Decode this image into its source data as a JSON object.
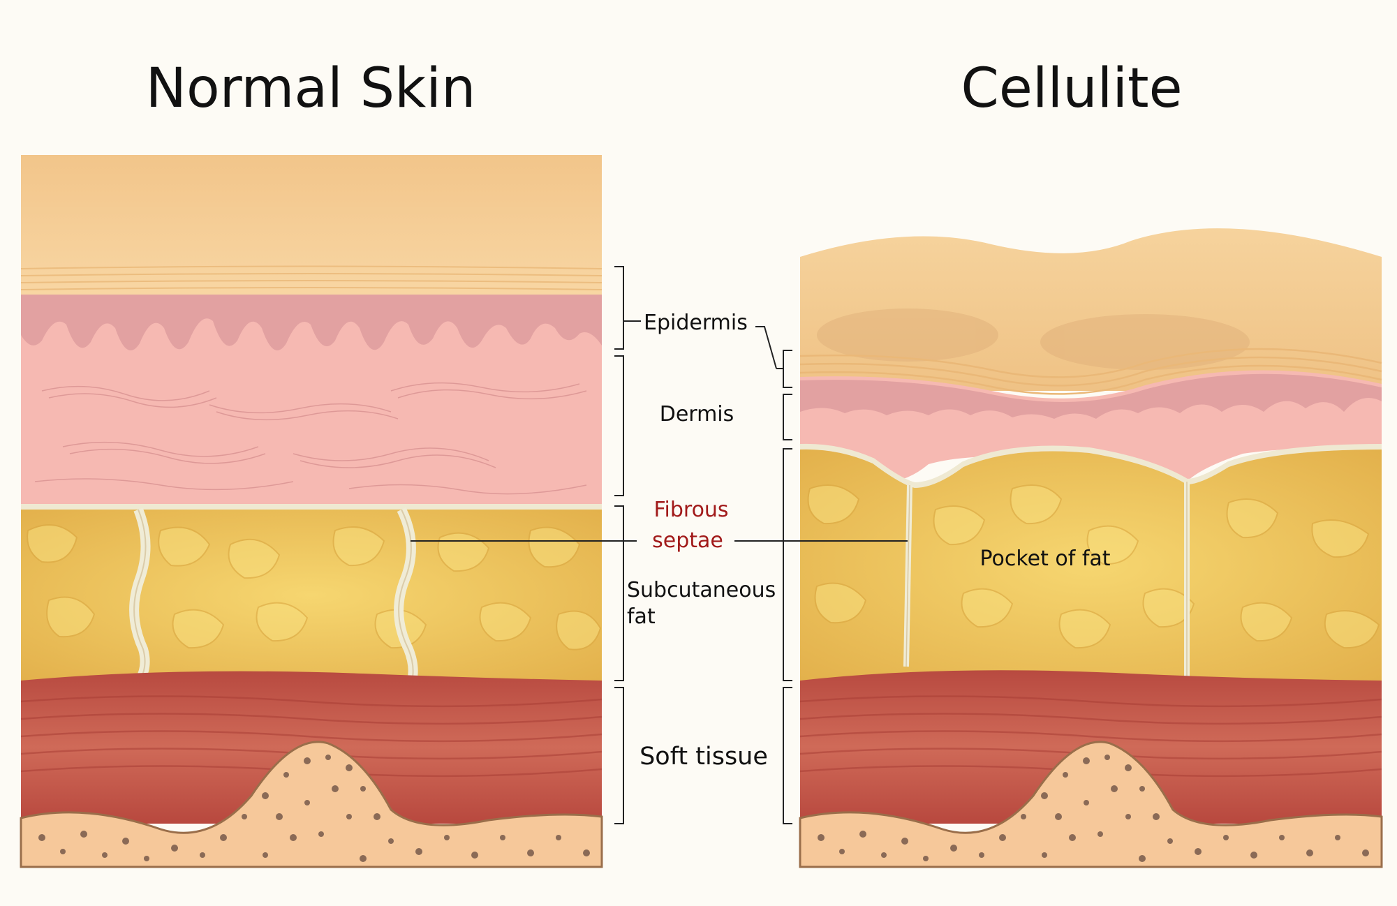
{
  "titles": {
    "left": "Normal Skin",
    "right": "Cellulite"
  },
  "labels": {
    "epidermis": "Epidermis",
    "dermis": "Dermis",
    "fibrous_line1": "Fibrous",
    "fibrous_line2": "septae",
    "subcutaneous_line1": "Subcutaneous",
    "subcutaneous_line2": "fat",
    "soft_tissue": "Soft tissue",
    "pocket_of_fat": "Pocket of fat"
  },
  "colors": {
    "background": "#fdfbf5",
    "epidermis": "#f4c88e",
    "epidermis_light": "#f8d9a8",
    "dermis_dark": "#e3a0a0",
    "dermis": "#f6b9b2",
    "fat": "#ecc25a",
    "fat_highlight": "#f8de7e",
    "septae": "#f0ecd6",
    "muscle": "#c9584a",
    "muscle_dark": "#b0433a",
    "bone": "#f6c89a",
    "bone_pore": "#8a6a56",
    "fibrous_label": "#a11a1a"
  }
}
